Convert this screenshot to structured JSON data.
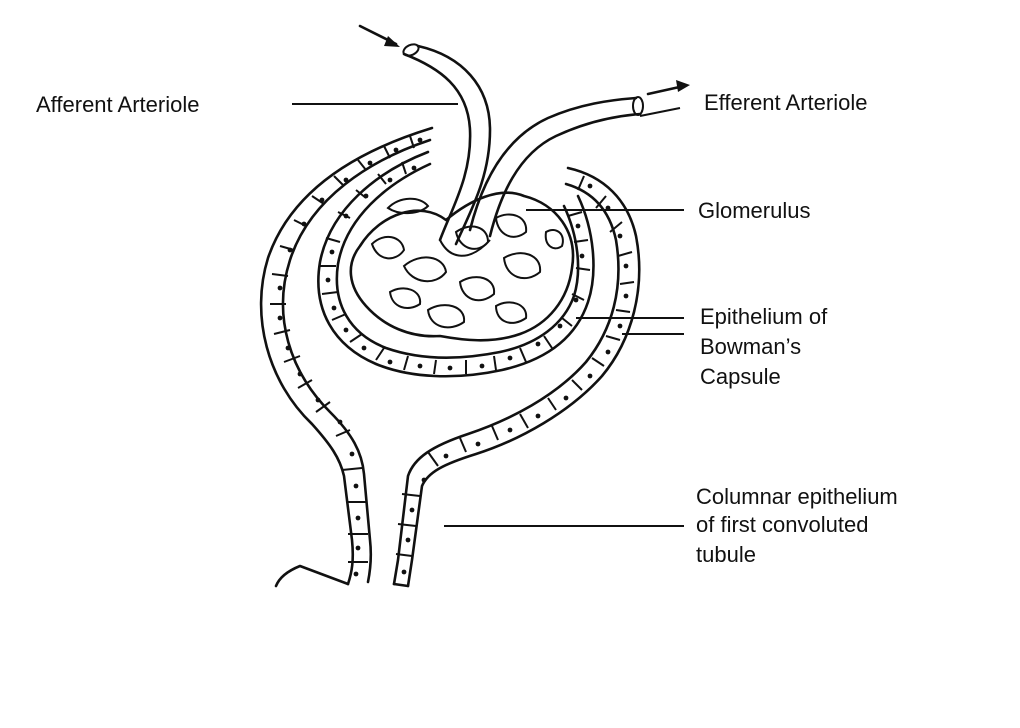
{
  "labels": {
    "afferent": "Afferent Arteriole",
    "efferent": "Efferent Arteriole",
    "glomerulus": "Glomerulus",
    "bowman": [
      "Epithelium of",
      "Bowman’s",
      "Capsule"
    ],
    "columnar": [
      "Columnar epithelium",
      "of first convoluted",
      "tubule"
    ]
  },
  "colors": {
    "ink": "#111111",
    "background": "#ffffff"
  }
}
